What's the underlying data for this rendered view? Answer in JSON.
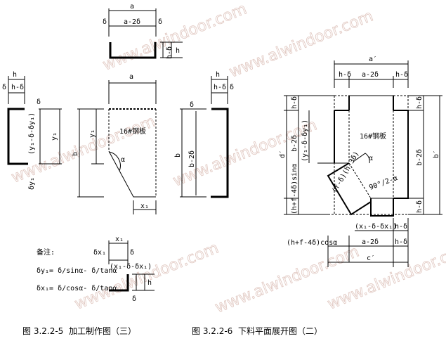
{
  "labels": {
    "a": "a",
    "a2d": "a-2δ",
    "d": "δ",
    "h": "h",
    "hd": "h-δ",
    "b": "b",
    "b2d": "b-2δ",
    "y1": "y₁",
    "x1": "x₁",
    "y1expr": "(y₁-δ-δy₁)",
    "x1expr": "(x₁-δ-δx₁)",
    "alpha": "α",
    "half": "90°/2-α",
    "center": "16#钢板",
    "dx1": "δx₁",
    "dy1": "δy₁",
    "ap": "a′",
    "bp": "b′",
    "cp": "c′",
    "dp": "d′",
    "sinexpr": "(h+f-4δ)sinα",
    "cosexpr": "(h+f-4δ)cosα",
    "hf3": "(f-δ)(h-3δ)"
  },
  "notes": {
    "title": "备注:",
    "line1": "δy₁= δ/sinα- δ/tanα",
    "line2": "δx₁= δ/cosα- δ/tanα"
  },
  "captions": {
    "left": "图 3.2.2-5  加工制作图（三）",
    "right": "图 3.2.2-6  下料平面展开图（二）"
  },
  "watermark": "www.alwindoor.com"
}
